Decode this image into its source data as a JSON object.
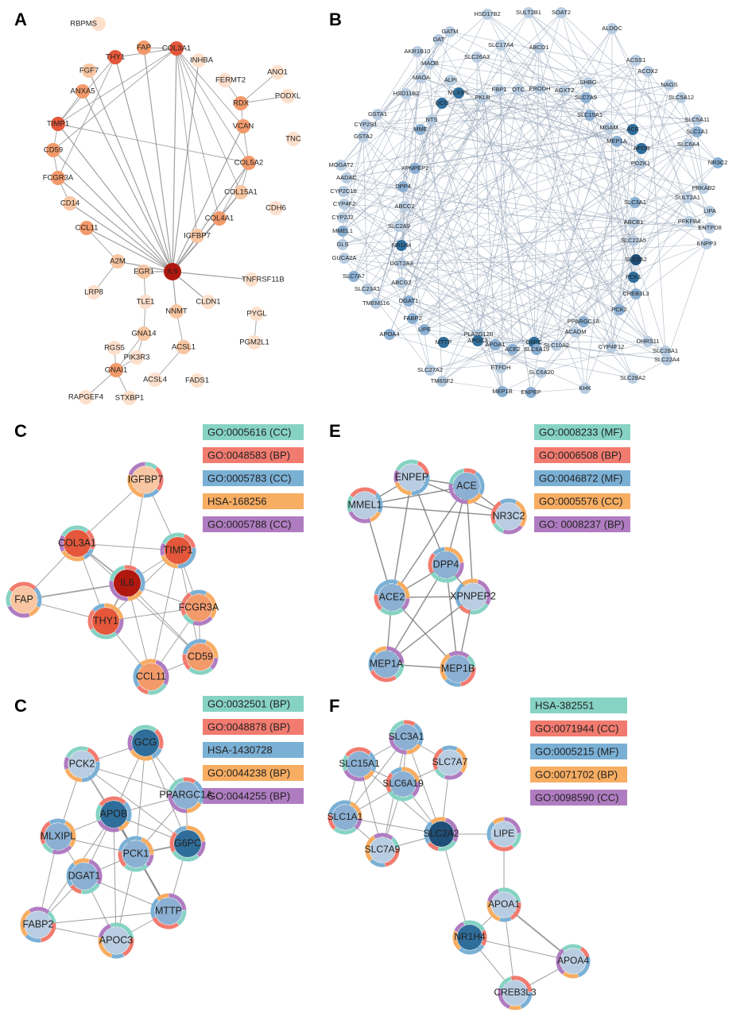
{
  "colors": {
    "teal": "#86d3c4",
    "salmon": "#f27b6f",
    "blue": "#7bb0d5",
    "orange": "#f7ad62",
    "purple": "#b07cc1",
    "node_dark_red": "#b0180f",
    "node_red": "#e4573a",
    "node_orange": "#f39a6b",
    "node_peach": "#f8c6a2",
    "node_light_peach": "#fde0cc",
    "node_light_blue": "#b9cde2",
    "node_mid_blue": "#8bb0d3",
    "node_dark_blue": "#2f6e9b",
    "node_navy": "#1f4f77"
  },
  "panels": {
    "A": {
      "letter": "A",
      "nodes": [
        {
          "id": "RBPMS",
          "label": "RBPMS",
          "shade": "light"
        },
        {
          "id": "THY1",
          "label": "THY1",
          "shade": "red"
        },
        {
          "id": "FAP",
          "label": "FAP",
          "shade": "orange"
        },
        {
          "id": "COL3A1",
          "label": "COL3A1",
          "shade": "red"
        },
        {
          "id": "INHBA",
          "label": "INHBA",
          "shade": "light"
        },
        {
          "id": "FGF7",
          "label": "FGF7",
          "shade": "peach"
        },
        {
          "id": "FERMT2",
          "label": "FERMT2",
          "shade": "light"
        },
        {
          "id": "ANO1",
          "label": "ANO1",
          "shade": "light"
        },
        {
          "id": "ANXA5",
          "label": "ANXA5",
          "shade": "orange"
        },
        {
          "id": "RDX",
          "label": "RDX",
          "shade": "orange"
        },
        {
          "id": "PODXL",
          "label": "PODXL",
          "shade": "light"
        },
        {
          "id": "TIMP1",
          "label": "TIMP1",
          "shade": "red"
        },
        {
          "id": "VCAN",
          "label": "VCAN",
          "shade": "orange"
        },
        {
          "id": "TNC",
          "label": "TNC",
          "shade": "light"
        },
        {
          "id": "CD59",
          "label": "CD59",
          "shade": "orange"
        },
        {
          "id": "COL5A2",
          "label": "COL5A2",
          "shade": "orange"
        },
        {
          "id": "FCGR3A",
          "label": "FCGR3A",
          "shade": "orange"
        },
        {
          "id": "COL15A1",
          "label": "COL15A1",
          "shade": "peach"
        },
        {
          "id": "CDH6",
          "label": "CDH6",
          "shade": "light"
        },
        {
          "id": "CD14",
          "label": "CD14",
          "shade": "peach"
        },
        {
          "id": "COL4A1",
          "label": "COL4A1",
          "shade": "orange"
        },
        {
          "id": "CCL11",
          "label": "CCL11",
          "shade": "orange"
        },
        {
          "id": "IGFBP7",
          "label": "IGFBP7",
          "shade": "peach"
        },
        {
          "id": "A2M",
          "label": "A2M",
          "shade": "peach"
        },
        {
          "id": "EGR1",
          "label": "EGR1",
          "shade": "peach"
        },
        {
          "id": "IL6",
          "label": "IL6",
          "shade": "dark"
        },
        {
          "id": "TNFRSF11B",
          "label": "TNFRSF11B",
          "shade": "light"
        },
        {
          "id": "LRP8",
          "label": "LRP8",
          "shade": "light"
        },
        {
          "id": "TLE1",
          "label": "TLE1",
          "shade": "light"
        },
        {
          "id": "CLDN1",
          "label": "CLDN1",
          "shade": "light"
        },
        {
          "id": "PYGL",
          "label": "PYGL",
          "shade": "light"
        },
        {
          "id": "NNMT",
          "label": "NNMT",
          "shade": "peach"
        },
        {
          "id": "PGM2L1",
          "label": "PGM2L1",
          "shade": "light"
        },
        {
          "id": "GNA14",
          "label": "GNA14",
          "shade": "peach"
        },
        {
          "id": "RGS5",
          "label": "RGS5",
          "shade": "light"
        },
        {
          "id": "PIK3R3",
          "label": "PIK3R3",
          "shade": "light"
        },
        {
          "id": "ACSL1",
          "label": "ACSL1",
          "shade": "peach"
        },
        {
          "id": "GNAI1",
          "label": "GNAI1",
          "shade": "orange"
        },
        {
          "id": "ACSL4",
          "label": "ACSL4",
          "shade": "light"
        },
        {
          "id": "FADS1",
          "label": "FADS1",
          "shade": "light"
        },
        {
          "id": "RAPGEF4",
          "label": "RAPGEF4",
          "shade": "light"
        },
        {
          "id": "STXBP1",
          "label": "STXBP1",
          "shade": "light"
        }
      ],
      "edges": [
        [
          "IL6",
          "COL3A1"
        ],
        [
          "IL6",
          "THY1"
        ],
        [
          "IL6",
          "TIMP1"
        ],
        [
          "IL6",
          "FAP"
        ],
        [
          "IL6",
          "CD59"
        ],
        [
          "IL6",
          "FCGR3A"
        ],
        [
          "IL6",
          "CCL11"
        ],
        [
          "IL6",
          "A2M"
        ],
        [
          "IL6",
          "EGR1"
        ],
        [
          "IL6",
          "IGFBP7"
        ],
        [
          "IL6",
          "COL5A2"
        ],
        [
          "IL6",
          "COL4A1"
        ],
        [
          "IL6",
          "COL15A1"
        ],
        [
          "IL6",
          "VCAN"
        ],
        [
          "IL6",
          "TNFRSF11B"
        ],
        [
          "IL6",
          "CLDN1"
        ],
        [
          "IL6",
          "NNMT"
        ],
        [
          "IL6",
          "ANXA5"
        ],
        [
          "IL6",
          "CD14"
        ],
        [
          "IL6",
          "FGF7"
        ],
        [
          "IL6",
          "INHBA"
        ],
        [
          "COL3A1",
          "COL5A2"
        ],
        [
          "COL3A1",
          "COL4A1"
        ],
        [
          "COL3A1",
          "COL15A1"
        ],
        [
          "COL3A1",
          "VCAN"
        ],
        [
          "COL3A1",
          "TIMP1"
        ],
        [
          "COL3A1",
          "THY1"
        ],
        [
          "COL3A1",
          "IGFBP7"
        ],
        [
          "COL3A1",
          "FAP"
        ],
        [
          "COL3A1",
          "CD59"
        ],
        [
          "COL5A2",
          "COL15A1"
        ],
        [
          "COL5A2",
          "COL4A1"
        ],
        [
          "COL4A1",
          "COL15A1"
        ],
        [
          "VCAN",
          "COL5A2"
        ],
        [
          "TIMP1",
          "CD59"
        ],
        [
          "TIMP1",
          "ANXA5"
        ],
        [
          "THY1",
          "FCGR3A"
        ],
        [
          "FCGR3A",
          "CD14"
        ],
        [
          "CD59",
          "FCGR3A"
        ],
        [
          "FERMT2",
          "RDX"
        ],
        [
          "RDX",
          "VCAN"
        ],
        [
          "RDX",
          "ANO1"
        ],
        [
          "RDX",
          "PODXL"
        ],
        [
          "A2M",
          "LRP8"
        ],
        [
          "EGR1",
          "TLE1"
        ],
        [
          "TLE1",
          "GNA14"
        ],
        [
          "GNA14",
          "GNAI1"
        ],
        [
          "GNA14",
          "PIK3R3"
        ],
        [
          "GNAI1",
          "RGS5"
        ],
        [
          "GNAI1",
          "RAPGEF4"
        ],
        [
          "GNAI1",
          "STXBP1"
        ],
        [
          "PIK3R3",
          "GNAI1"
        ],
        [
          "ACSL1",
          "ACSL4"
        ],
        [
          "ACSL1",
          "NNMT"
        ],
        [
          "PYGL",
          "PGM2L1"
        ],
        [
          "TIMP1",
          "COL5A2"
        ],
        [
          "THY1",
          "TIMP1"
        ],
        [
          "A2M",
          "CCL11"
        ]
      ]
    },
    "B": {
      "letter": "B",
      "nodes": [
        "HSD17B2",
        "SULT2B1",
        "SOAT2",
        "GATM",
        "DAT",
        "SLC17A4",
        "ABCD1",
        "ALDOC",
        "ACSS1",
        "ACOX2",
        "AKR1B10",
        "MAOB",
        "SLC26A3",
        "SHBG",
        "NAGS",
        "MAOA",
        "ALPI",
        "SLC5A12",
        "HSD11B2",
        "MLXIPL",
        "PKLR",
        "FBP1",
        "OTC",
        "PRODH",
        "AGXT2",
        "SLC7A9",
        "GSTA1",
        "SLC15A1",
        "MGAM",
        "SLC5A11",
        "CYP2S1",
        "GCG",
        "MEP1A",
        "SLC1A1",
        "GSTA2",
        "NTS",
        "SLC6A4",
        "ACE",
        "MME",
        "APOB",
        "NR3C2",
        "MOGAT2",
        "XPNPEP2",
        "PDZK1",
        "AADAC",
        "DPP4",
        "PRKAB2",
        "CYP2C18",
        "SULT2A1",
        "CYP4F2",
        "ABCC2",
        "SLC3A1",
        "LIPA",
        "CYP2J2",
        "MMEL1",
        "SLC2A9",
        "PFKFB4",
        "ABCB1",
        "ENTPD8",
        "GLS",
        "NR1H4",
        "SLC22A5",
        "ENPP3",
        "GUCA2A",
        "UGT2A3",
        "SLC2A2",
        "ABCG2",
        "SLC7A7",
        "DGAT1",
        "PCK1",
        "SLC23A1",
        "CREB3L3",
        "FABP2",
        "TMEM116",
        "PCK2",
        "LIPE",
        "PPARGC1A",
        "MTTP",
        "PLA2G12B",
        "ACADM",
        "APOA4",
        "APOC3",
        "G6PC",
        "DHRS11",
        "APOA1",
        "SLC10A2",
        "ACE2",
        "SLC6A19",
        "CYP4F12",
        "SLC28A1",
        "SLC22A4",
        "ETFDH",
        "SLC27A2",
        "SLC6A20",
        "SLC28A2",
        "TM6SF2",
        "MEP1B",
        "ENPEP",
        "KHK"
      ]
    },
    "C1": {
      "letter": "C",
      "legend": [
        "GO:0005616 (CC)",
        "GO:0048583 (BP)",
        "GO:0005783 (CC)",
        "HSA-168256",
        "GO:0005788 (CC)"
      ],
      "nodes": [
        {
          "id": "IGFBP7",
          "label": "IGFBP7"
        },
        {
          "id": "COL3A1",
          "label": "COL3A1"
        },
        {
          "id": "TIMP1",
          "label": "TIMP1"
        },
        {
          "id": "IL6",
          "label": "IL6"
        },
        {
          "id": "FAP",
          "label": "FAP"
        },
        {
          "id": "FCGR3A",
          "label": "FCGR3A"
        },
        {
          "id": "THY1",
          "label": "THY1"
        },
        {
          "id": "CD59",
          "label": "CD59"
        },
        {
          "id": "CCL11",
          "label": "CCL11"
        }
      ]
    },
    "E": {
      "letter": "E",
      "legend": [
        "GO:0008233 (MF)",
        "GO:0006508 (BP)",
        "GO:0046872 (MF)",
        "GO:0005576 (CC)",
        "GO: 0008237 (BP)"
      ],
      "nodes": [
        {
          "id": "ENPEP",
          "label": "ENPEP"
        },
        {
          "id": "ACE",
          "label": "ACE"
        },
        {
          "id": "MMEL1",
          "label": "MMEL1"
        },
        {
          "id": "NR3C2",
          "label": "NR3C2"
        },
        {
          "id": "DPP4",
          "label": "DPP4"
        },
        {
          "id": "ACE2",
          "label": "ACE2"
        },
        {
          "id": "XPNPEP2",
          "label": "XPNPEP2"
        },
        {
          "id": "MEP1A",
          "label": "MEP1A"
        },
        {
          "id": "MEP1B",
          "label": "MEP1B"
        }
      ]
    },
    "C2": {
      "letter": "C",
      "legend": [
        "GO:0032501 (BP)",
        "GO:0048878 (BP)",
        "HSA-1430728",
        "GO:0044238 (BP)",
        "GO:0044255 (BP)"
      ],
      "nodes": [
        {
          "id": "GCG",
          "label": "GCG"
        },
        {
          "id": "PCK2",
          "label": "PCK2"
        },
        {
          "id": "PPARGC1A",
          "label": "PPARGC1A"
        },
        {
          "id": "APOB",
          "label": "APOB"
        },
        {
          "id": "MLXIPL",
          "label": "MLXIPL"
        },
        {
          "id": "G6PC",
          "label": "G6PC"
        },
        {
          "id": "PCK1",
          "label": "PCK1"
        },
        {
          "id": "DGAT1",
          "label": "DGAT1"
        },
        {
          "id": "MTTP",
          "label": "MTTP"
        },
        {
          "id": "FABP2",
          "label": "FABP2"
        },
        {
          "id": "APOC3",
          "label": "APOC3"
        }
      ]
    },
    "F": {
      "letter": "F",
      "legend": [
        "HSA-382551",
        "GO:0071944 (CC)",
        "GO:0005215 (MF)",
        "GO:0071702 (BP)",
        "GO:0098590 (CC)"
      ],
      "nodes": [
        {
          "id": "SLC3A1",
          "label": "SLC3A1"
        },
        {
          "id": "SLC15A1",
          "label": "SLC15A1"
        },
        {
          "id": "SLC7A7",
          "label": "SLC7A7"
        },
        {
          "id": "SLC6A19",
          "label": "SLC6A19"
        },
        {
          "id": "SLC1A1",
          "label": "SLC1A1"
        },
        {
          "id": "SLC2A2",
          "label": "SLC2A2"
        },
        {
          "id": "LIPE",
          "label": "LIPE"
        },
        {
          "id": "SLC7A9",
          "label": "SLC7A9"
        },
        {
          "id": "APOA1",
          "label": "APOA1"
        },
        {
          "id": "NR1H4",
          "label": "NR1H4"
        },
        {
          "id": "APOA4",
          "label": "APOA4"
        },
        {
          "id": "CREB3L3",
          "label": "CREB3L3"
        }
      ]
    }
  }
}
